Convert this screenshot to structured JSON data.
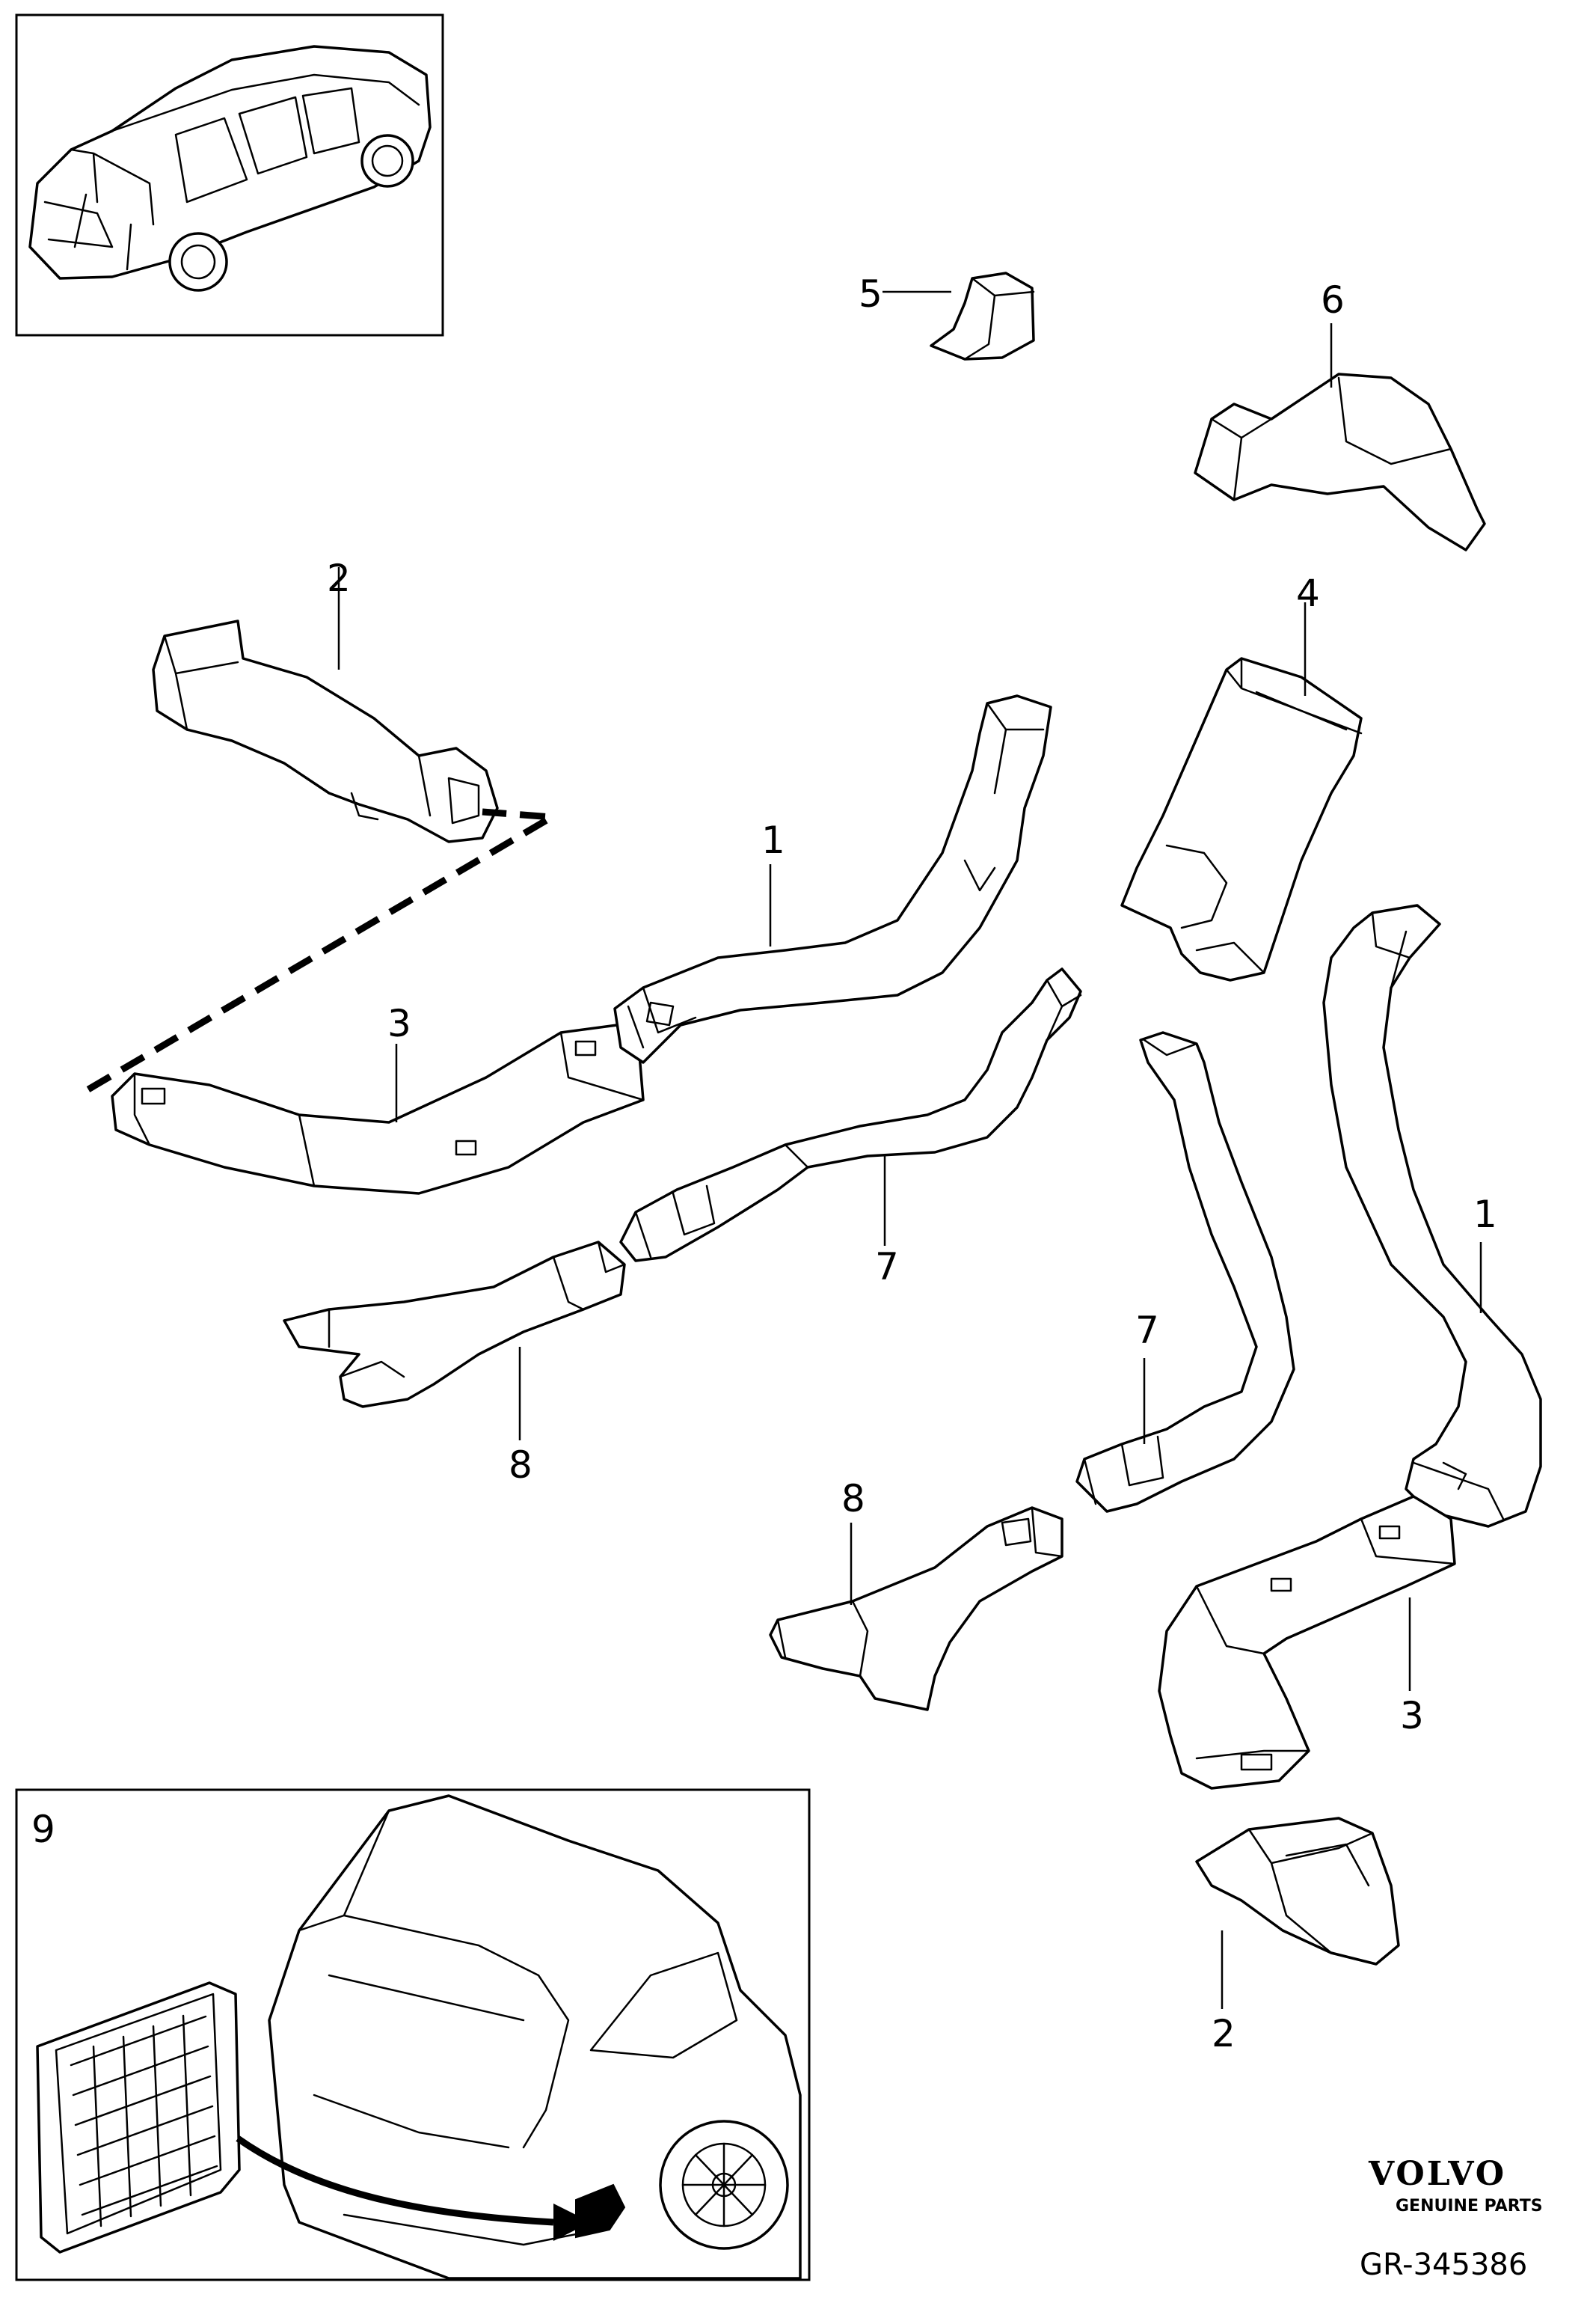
{
  "callouts": {
    "c1a": "1",
    "c1b": "1",
    "c2a": "2",
    "c2b": "2",
    "c3a": "3",
    "c3b": "3",
    "c4": "4",
    "c5": "5",
    "c6": "6",
    "c7a": "7",
    "c7b": "7",
    "c8a": "8",
    "c8b": "8",
    "c9": "9"
  },
  "brand": {
    "logo_text": "VOLVO",
    "tagline": "GENUINE PARTS"
  },
  "reference": "GR-345386",
  "icons": {
    "overview": "car-overview-icon",
    "inset": "rear-vent-grille-icon"
  }
}
